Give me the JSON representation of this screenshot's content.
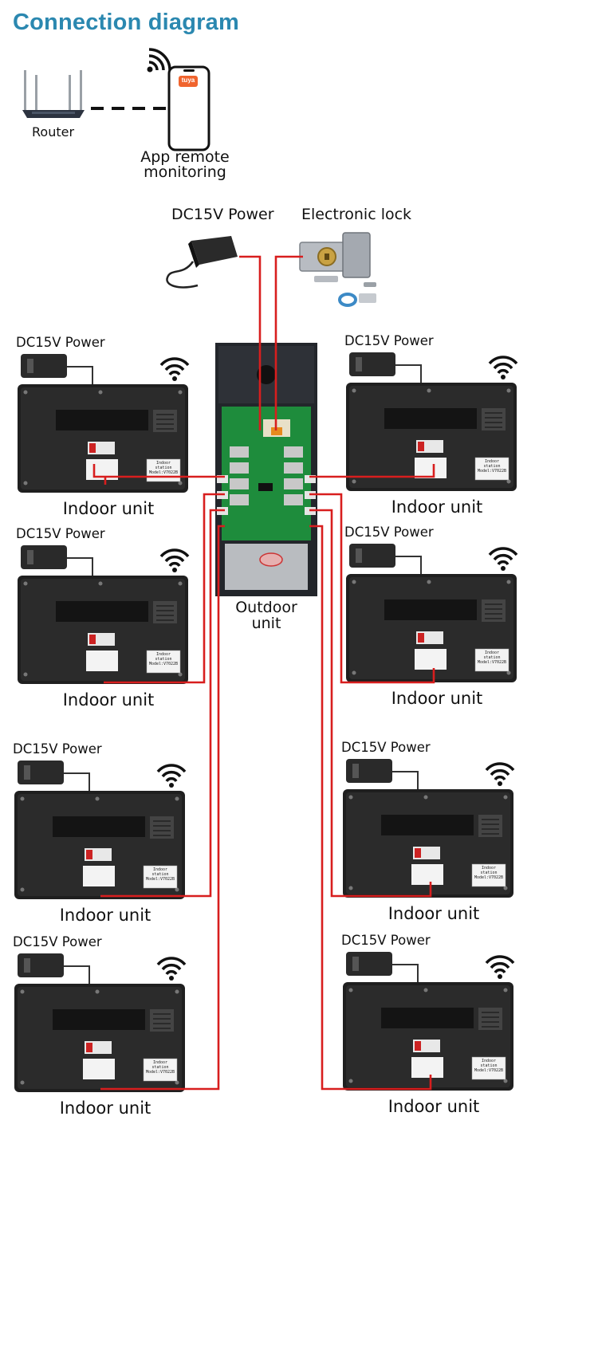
{
  "title": "Connection diagram",
  "router_label": "Router",
  "app_label_line1": "App  remote",
  "app_label_line2": "monitoring",
  "app_icon_text": "tuya",
  "power_label_top": "DC15V Power",
  "lock_label": "Electronic lock",
  "outdoor_label_line1": "Outdoor",
  "outdoor_label_line2": "unit",
  "power_label": "DC15V Power",
  "indoor_label": "Indoor unit",
  "sticker_line1": "Indoor station",
  "sticker_line2": "Model:V7022B",
  "indoor_units": [
    {
      "id": "left-1"
    },
    {
      "id": "right-1"
    },
    {
      "id": "left-2"
    },
    {
      "id": "right-2"
    },
    {
      "id": "left-3"
    },
    {
      "id": "right-3"
    },
    {
      "id": "left-4"
    },
    {
      "id": "right-4"
    }
  ],
  "colors": {
    "title": "#2b88b0",
    "wire": "#d81e1e",
    "panel": "#1f1f1f",
    "pcb": "#1f8a3f"
  }
}
